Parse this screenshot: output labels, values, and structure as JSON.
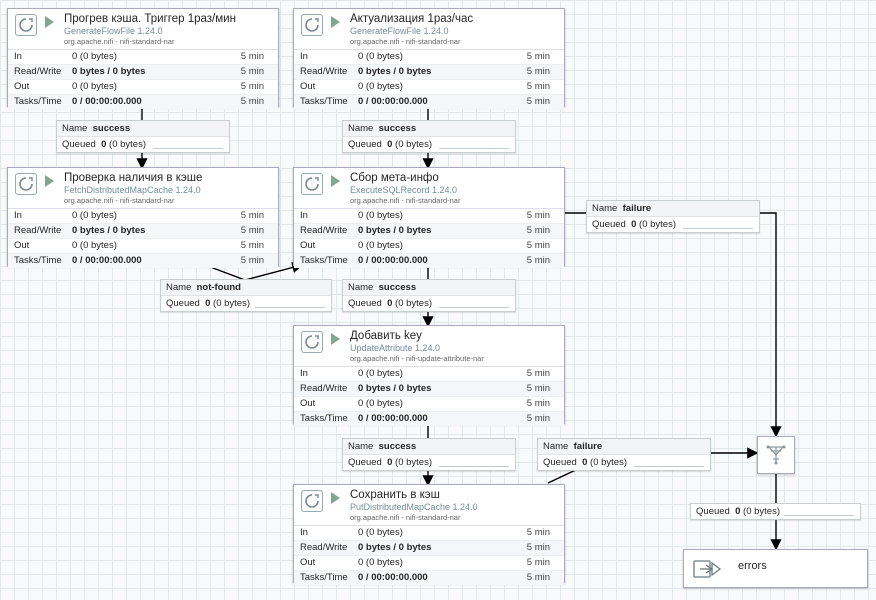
{
  "processors": [
    {
      "name": "Прогрев кэша. Триггер 1раз/мин",
      "type": "GenerateFlowFile 1.24.0",
      "bundle": "org.apache.nifi - nifi-standard-nar",
      "in": "0 (0 bytes)",
      "readwrite": "0 bytes / 0 bytes",
      "out": "0 (0 bytes)",
      "tasks": "0 / 00:00:00.000"
    },
    {
      "name": "Актуализация 1раз/час",
      "type": "GenerateFlowFile 1.24.0",
      "bundle": "org.apache.nifi - nifi-standard-nar",
      "in": "0 (0 bytes)",
      "readwrite": "0 bytes / 0 bytes",
      "out": "0 (0 bytes)",
      "tasks": "0 / 00:00:00.000"
    },
    {
      "name": "Проверка наличия в кэше",
      "type": "FetchDistributedMapCache 1.24.0",
      "bundle": "org.apache.nifi - nifi-standard-nar",
      "in": "0 (0 bytes)",
      "readwrite": "0 bytes / 0 bytes",
      "out": "0 (0 bytes)",
      "tasks": "0 / 00:00:00.000"
    },
    {
      "name": "Сбор мета-инфо",
      "type": "ExecuteSQLRecord 1.24.0",
      "bundle": "org.apache.nifi - nifi-standard-nar",
      "in": "0 (0 bytes)",
      "readwrite": "0 bytes / 0 bytes",
      "out": "0 (0 bytes)",
      "tasks": "0 / 00:00:00.000"
    },
    {
      "name": "Добавить key",
      "type": "UpdateAttribute 1.24.0",
      "bundle": "org.apache.nifi - nifi-update-attribute-nar",
      "in": "0 (0 bytes)",
      "readwrite": "0 bytes / 0 bytes",
      "out": "0 (0 bytes)",
      "tasks": "0 / 00:00:00.000"
    },
    {
      "name": "Сохранить в кэш",
      "type": "PutDistributedMapCache 1.24.0",
      "bundle": "org.apache.nifi - nifi-standard-nar",
      "in": "0 (0 bytes)",
      "readwrite": "0 bytes / 0 bytes",
      "out": "0 (0 bytes)",
      "tasks": "0 / 00:00:00.000"
    }
  ],
  "labels": {
    "in": "In",
    "readwrite": "Read/Write",
    "out": "Out",
    "tasks": "Tasks/Time",
    "period": "5 min",
    "name": "Name",
    "queued": "Queued"
  },
  "connections": [
    {
      "rel": "success",
      "count": "0",
      "size": "(0 bytes)"
    },
    {
      "rel": "success",
      "count": "0",
      "size": "(0 bytes)"
    },
    {
      "rel": "not-found",
      "count": "0",
      "size": "(0 bytes)"
    },
    {
      "rel": "success",
      "count": "0",
      "size": "(0 bytes)"
    },
    {
      "rel": "failure",
      "count": "0",
      "size": "(0 bytes)"
    },
    {
      "rel": "success",
      "count": "0",
      "size": "(0 bytes)"
    },
    {
      "rel": "failure",
      "count": "0",
      "size": "(0 bytes)"
    }
  ],
  "funnel_queue": {
    "count": "0",
    "size": "(0 bytes)"
  },
  "output_port": {
    "name": "errors"
  },
  "colors": {
    "running_play": "#7fa88e",
    "type_text": "#728e9b",
    "wire": "#000000"
  }
}
